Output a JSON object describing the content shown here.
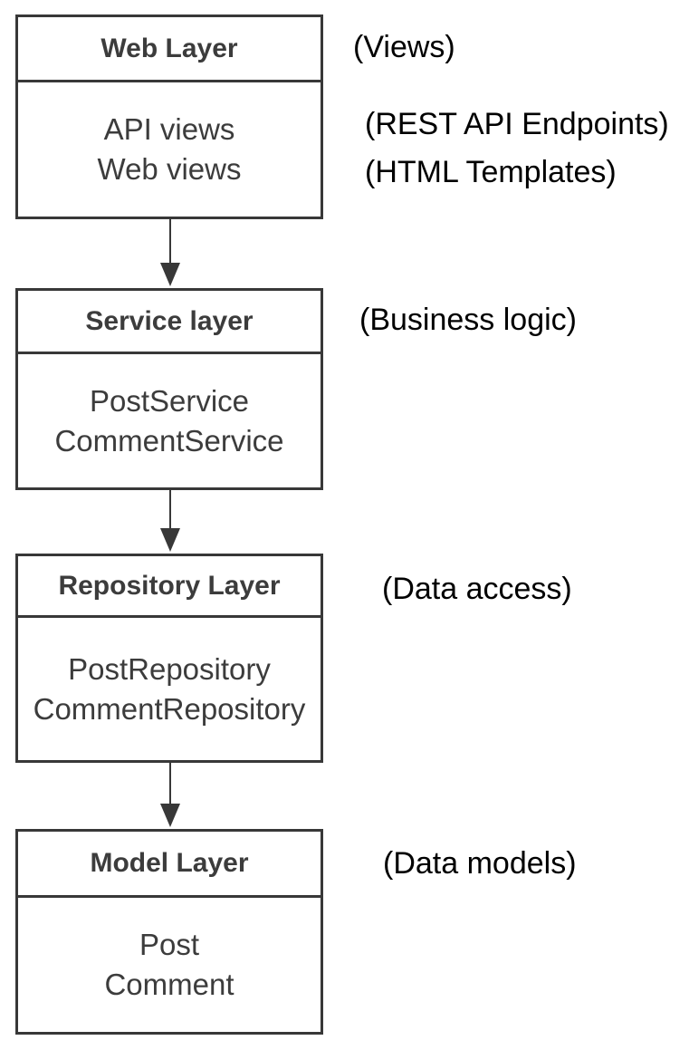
{
  "colors": {
    "background": "#ffffff",
    "box_border": "#383838",
    "box_text": "#3c3c3c",
    "annotation_text": "#000000"
  },
  "layers": [
    {
      "id": "web",
      "title": "Web Layer",
      "items": [
        "API views",
        "Web views"
      ]
    },
    {
      "id": "service",
      "title": "Service layer",
      "items": [
        "PostService",
        "CommentService"
      ]
    },
    {
      "id": "repository",
      "title": "Repository Layer",
      "items": [
        "PostRepository",
        "CommentRepository"
      ]
    },
    {
      "id": "model",
      "title": "Model Layer",
      "items": [
        "Post",
        "Comment"
      ]
    }
  ],
  "annotations": {
    "views": "(Views)",
    "rest_api_endpoints": "(REST API Endpoints)",
    "html_templates": "(HTML Templates)",
    "business_logic": "(Business logic)",
    "data_access": "(Data access)",
    "data_models": "(Data models)"
  }
}
